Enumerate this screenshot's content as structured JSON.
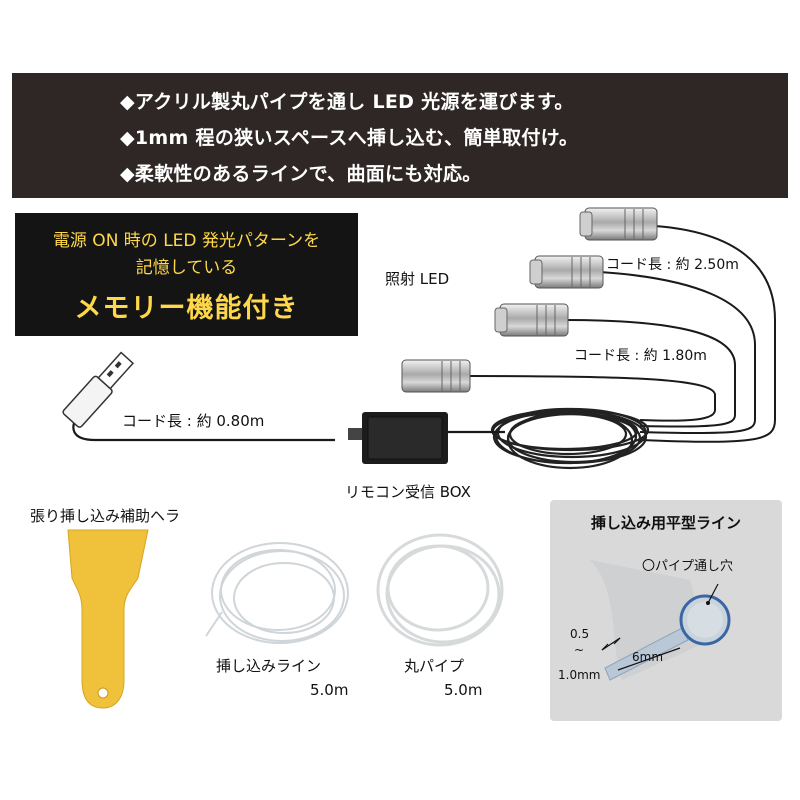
{
  "features": [
    "◆アクリル製丸パイプを通し LED 光源を運びます。",
    "◆1mm 程の狭いスペースへ挿し込む、簡単取付け。",
    "◆柔軟性のあるラインで、曲面にも対応。"
  ],
  "memory_box": {
    "line1": "電源 ON 時の LED 発光パターンを",
    "line2": "記憶している",
    "line3": "メモリー機能付き"
  },
  "diagram": {
    "led_label": "照射 LED",
    "cord_250": "コード長 : 約 2.50m",
    "cord_180": "コード長 : 約 1.80m",
    "cord_080": "コード長 : 約 0.80m",
    "box_label": "リモコン受信 BOX"
  },
  "accessories": {
    "spatula_label": "張り挿し込み補助ヘラ",
    "insert_line_label": "挿し込みライン",
    "insert_line_len": "5.0m",
    "pipe_label": "丸パイプ",
    "pipe_len": "5.0m"
  },
  "inset": {
    "title": "挿し込み用平型ライン",
    "hole_label": "〇パイプ通し穴",
    "thick_top": "0.5",
    "thick_mid": "~",
    "thick_bottom": "1.0mm",
    "width": "6mm"
  },
  "colors": {
    "banner_bg": "#2e2725",
    "memo_text": "#ffd84a",
    "spatula": "#f0c23c",
    "inset_bg": "#d9d9d9"
  }
}
